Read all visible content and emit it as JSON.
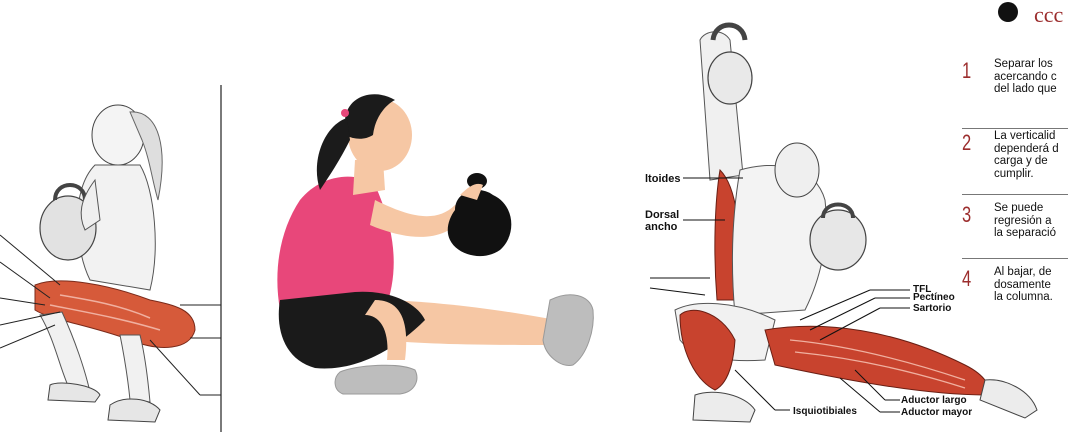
{
  "figure_right": {
    "header": "ccc",
    "muscle_labels": {
      "deltoides": "ltoides",
      "dorsal_line1": "Dorsal",
      "dorsal_line2": "ancho",
      "tfl": "TFL",
      "pectineo": "Pectíneo",
      "sartorio": "Sartorio",
      "isquiotibiales": "Isquiotibiales",
      "aductor_largo": "Aductor largo",
      "aductor_mayor": "Aductor mayor"
    },
    "steps": [
      {
        "number": "1",
        "text": "Separar los\nacercando c\ndel lado que"
      },
      {
        "number": "2",
        "text": "La verticalid\ndependerá d\ncarga y de\ncumplir."
      },
      {
        "number": "3",
        "text": "Se puede\nregresión a\nla separació"
      },
      {
        "number": "4",
        "text": "Al bajar, de\ndosamente\nla columna."
      }
    ],
    "colors": {
      "accent": "#9b2c2c",
      "muscle": "#c8432e"
    }
  },
  "figure_middle": {
    "colors": {
      "shirt": "#e8477a",
      "shorts": "#1a1a1a",
      "skin": "#f6c7a4",
      "hair": "#1b1b1b",
      "kettlebell": "#111111",
      "shoes": "#bdbdbd"
    }
  }
}
